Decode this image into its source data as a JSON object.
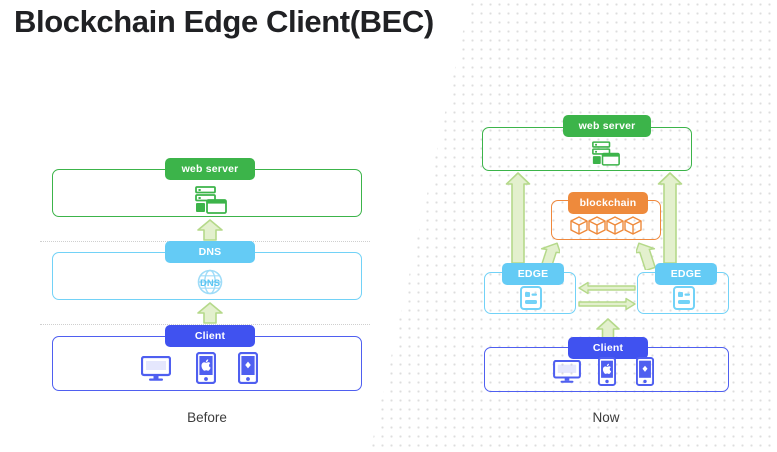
{
  "page": {
    "title": "Blockchain Edge Client(BEC)",
    "background": "#ffffff"
  },
  "colors": {
    "green": "#3cb44a",
    "cyan": "#64cbf5",
    "cyan_border": "#72d2f7",
    "indigo": "#4052f0",
    "indigo_border": "#4f5ff0",
    "orange": "#ee8a3c",
    "arrow_fill": "#e3f0cd",
    "arrow_stroke": "#b5d98a",
    "dots": "#d7d7d7",
    "text": "#3c3c3c"
  },
  "diagrams": [
    {
      "id": "before",
      "caption": "Before",
      "layers": [
        {
          "id": "web-server",
          "label": "web server",
          "color": "green",
          "icon": "server-icon"
        },
        {
          "id": "dns",
          "label": "DNS",
          "color": "cyan",
          "icon": "dns-globe-icon"
        },
        {
          "id": "client",
          "label": "Client",
          "color": "indigo",
          "icon": "devices-icon"
        }
      ],
      "arrows": [
        {
          "id": "dns-to-web",
          "direction": "up"
        },
        {
          "id": "client-to-dns",
          "direction": "up"
        }
      ]
    },
    {
      "id": "now",
      "caption": "Now",
      "layers": [
        {
          "id": "web-server",
          "label": "web server",
          "color": "green",
          "icon": "server-icon"
        },
        {
          "id": "blockchain",
          "label": "blockchain",
          "color": "orange",
          "icon": "blocks-chain-icon"
        },
        {
          "id": "edge-left",
          "label": "EDGE",
          "color": "cyan",
          "icon": "document-icon"
        },
        {
          "id": "edge-right",
          "label": "EDGE",
          "color": "cyan",
          "icon": "document-icon"
        },
        {
          "id": "client",
          "label": "Client",
          "color": "indigo",
          "icon": "devices-icon"
        }
      ],
      "arrows": [
        {
          "id": "edge-left-to-web",
          "direction": "up"
        },
        {
          "id": "edge-right-to-web",
          "direction": "up"
        },
        {
          "id": "edge-left-to-chain",
          "direction": "up-right"
        },
        {
          "id": "edge-right-to-chain",
          "direction": "up-left"
        },
        {
          "id": "edge-right-to-left",
          "direction": "left"
        },
        {
          "id": "edge-left-to-right",
          "direction": "right"
        },
        {
          "id": "client-to-edge",
          "direction": "up"
        }
      ]
    }
  ],
  "devices": [
    "desktop-monitor-icon",
    "iphone-icon",
    "android-phone-icon"
  ]
}
